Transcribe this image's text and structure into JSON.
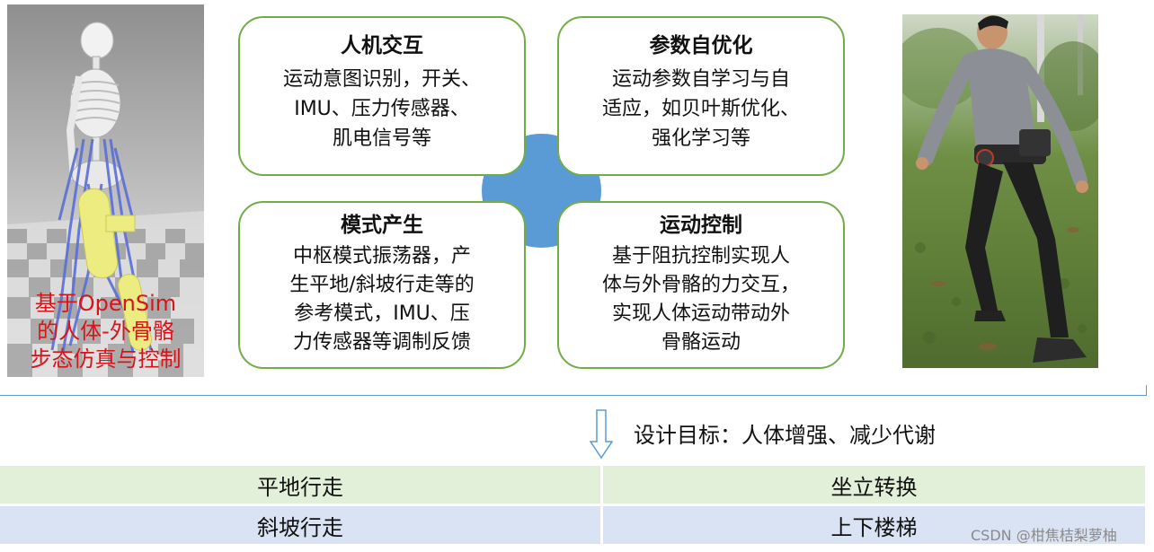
{
  "simulation": {
    "caption_lines": [
      "基于OpenSim",
      "的人体-外骨骼",
      "步态仿真与控制"
    ]
  },
  "boxes": {
    "hmi": {
      "title": "人机交互",
      "lines": [
        "运动意图识别，开关、",
        "IMU、压力传感器、",
        "肌电信号等"
      ]
    },
    "param": {
      "title": "参数自优化",
      "lines": [
        "运动参数自学习与自",
        "适应，如贝叶斯优化、",
        "强化学习等"
      ]
    },
    "mode": {
      "title": "模式产生",
      "lines": [
        "中枢模式振荡器，产",
        "生平地/斜坡行走等的",
        "参考模式，IMU、压",
        "力传感器等调制反馈"
      ]
    },
    "ctrl": {
      "title": "运动控制",
      "lines": [
        "基于阻抗控制实现人",
        "体与外骨骼的力交互，",
        "实现人体运动带动外",
        "骨骼运动"
      ]
    }
  },
  "goal": "设计目标：人体增强、减少代谢",
  "table": {
    "rows": [
      [
        "平地行走",
        "坐立转换"
      ],
      [
        "斜坡行走",
        "上下楼梯"
      ]
    ]
  },
  "watermark": "CSDN @柑焦桔梨萝柚",
  "colors": {
    "box_border": "#70ad47",
    "hub": "#5b9bd5",
    "caption": "#d8141b",
    "row_green": "#e2efd9",
    "row_blue": "#dae3f3"
  }
}
